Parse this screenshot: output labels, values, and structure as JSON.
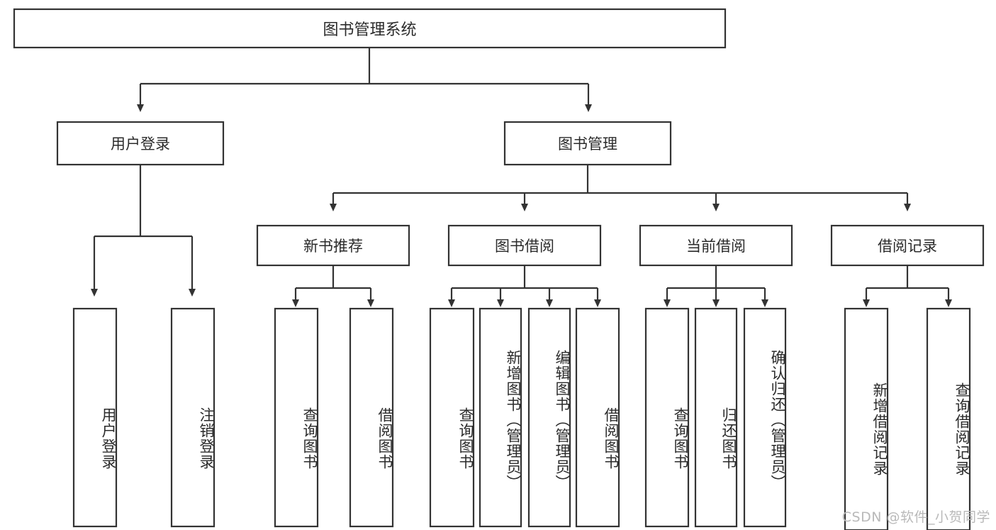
{
  "diagram": {
    "title": "图书管理系统",
    "type": "tree-hierarchy",
    "watermark": "CSDN @软件_小贺同学",
    "colors": {
      "box_stroke": "#333333",
      "box_fill": "#ffffff",
      "text": "#2b2b2b",
      "connector": "#333333",
      "background": "#ffffff",
      "watermark": "#b9b9b9"
    },
    "levels": {
      "root": {
        "label": "图书管理系统"
      },
      "level2": [
        {
          "label": "用户登录"
        },
        {
          "label": "图书管理"
        }
      ],
      "level3": [
        {
          "label": "新书推荐"
        },
        {
          "label": "图书借阅"
        },
        {
          "label": "当前借阅"
        },
        {
          "label": "借阅记录"
        }
      ],
      "leaves": [
        {
          "label": "用户登录",
          "parent": "用户登录"
        },
        {
          "label": "注销登录",
          "parent": "用户登录"
        },
        {
          "label": "查询图书",
          "parent": "新书推荐"
        },
        {
          "label": "借阅图书",
          "parent": "新书推荐"
        },
        {
          "label": "查询图书",
          "parent": "图书借阅"
        },
        {
          "label": "新增图书（管理员）",
          "parent": "图书借阅"
        },
        {
          "label": "编辑图书（管理员）",
          "parent": "图书借阅"
        },
        {
          "label": "借阅图书",
          "parent": "图书借阅"
        },
        {
          "label": "查询图书",
          "parent": "当前借阅"
        },
        {
          "label": "归还图书",
          "parent": "当前借阅"
        },
        {
          "label": "确认归还（管理员）",
          "parent": "当前借阅"
        },
        {
          "label": "新增借阅记录",
          "parent": "借阅记录"
        },
        {
          "label": "查询借阅记录",
          "parent": "借阅记录"
        }
      ]
    }
  }
}
